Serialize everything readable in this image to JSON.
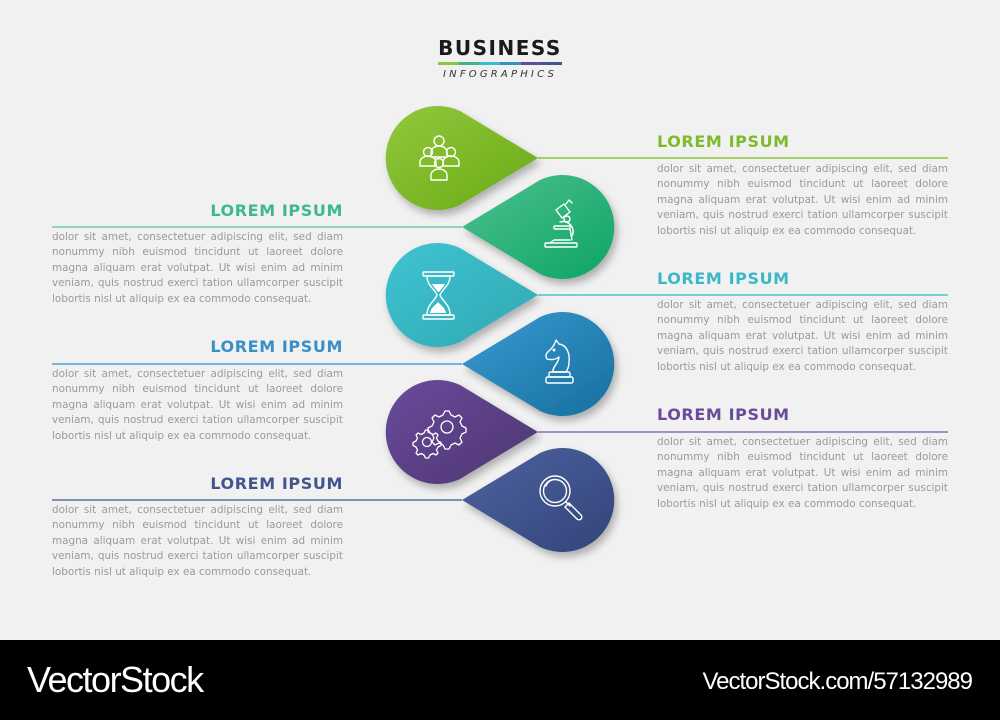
{
  "header": {
    "title": "BUSINESS",
    "subtitle": "INFOGRAPHICS",
    "title_bar_colors": [
      "#8cc63f",
      "#3cb58c",
      "#3bbccc",
      "#3a8fc7",
      "#6a4a99",
      "#43558f"
    ]
  },
  "steps": [
    {
      "id": 1,
      "side": "right",
      "heading": "LOREM IPSUM",
      "color": "#7dbb2c",
      "line_color": "#8cc63f",
      "icon": "team-icon",
      "body": "dolor sit amet, consectetuer adipiscing elit, sed diam nonummy nibh euismod tincidunt ut laoreet dolore magna aliquam erat volutpat. Ut wisi enim ad minim veniam, quis nostrud exerci tation ullamcorper suscipit lobortis nisl ut aliquip ex ea commodo consequat."
    },
    {
      "id": 2,
      "side": "left",
      "heading": "LOREM IPSUM",
      "color": "#3dba8a",
      "line_color": "#6fcdab",
      "icon": "microscope-icon",
      "body": "dolor sit amet, consectetuer adipiscing elit, sed diam nonummy nibh euismod tincidunt ut laoreet dolore magna aliquam erat volutpat. Ut wisi enim ad minim veniam, quis nostrud exerci tation ullamcorper suscipit lobortis nisl ut aliquip ex ea commodo consequat."
    },
    {
      "id": 3,
      "side": "right",
      "heading": "LOREM IPSUM",
      "color": "#3ab8c9",
      "line_color": "#4ec3d3",
      "icon": "hourglass-icon",
      "body": "dolor sit amet, consectetuer adipiscing elit, sed diam nonummy nibh euismod tincidunt ut laoreet dolore magna aliquam erat volutpat. Ut wisi enim ad minim veniam, quis nostrud exerci tation ullamcorper suscipit lobortis nisl ut aliquip ex ea commodo consequat."
    },
    {
      "id": 4,
      "side": "left",
      "heading": "LOREM IPSUM",
      "color": "#3a8fc7",
      "line_color": "#4a9fd3",
      "icon": "chess-knight-icon",
      "body": "dolor sit amet, consectetuer adipiscing elit, sed diam nonummy nibh euismod tincidunt ut laoreet dolore magna aliquam erat volutpat. Ut wisi enim ad minim veniam, quis nostrud exerci tation ullamcorper suscipit lobortis nisl ut aliquip ex ea commodo consequat."
    },
    {
      "id": 5,
      "side": "right",
      "heading": "LOREM IPSUM",
      "color": "#6a4a99",
      "line_color": "#8a72b0",
      "icon": "gears-icon",
      "body": "dolor sit amet, consectetuer adipiscing elit, sed diam nonummy nibh euismod tincidunt ut laoreet dolore magna aliquam erat volutpat. Ut wisi enim ad minim veniam, quis nostrud exerci tation ullamcorper suscipit lobortis nisl ut aliquip ex ea commodo consequat."
    },
    {
      "id": 6,
      "side": "left",
      "heading": "LOREM IPSUM",
      "color": "#43558f",
      "line_color": "#5a70a8",
      "icon": "magnifier-icon",
      "body": "dolor sit amet, consectetuer adipiscing elit, sed diam nonummy nibh euismod tincidunt ut laoreet dolore magna aliquam erat volutpat. Ut wisi enim ad minim veniam, quis nostrud exerci tation ullamcorper suscipit lobortis nisl ut aliquip ex ea commodo consequat."
    }
  ],
  "footer": {
    "logo": "VectorStock",
    "image_id": "VectorStock.com/57132989"
  }
}
